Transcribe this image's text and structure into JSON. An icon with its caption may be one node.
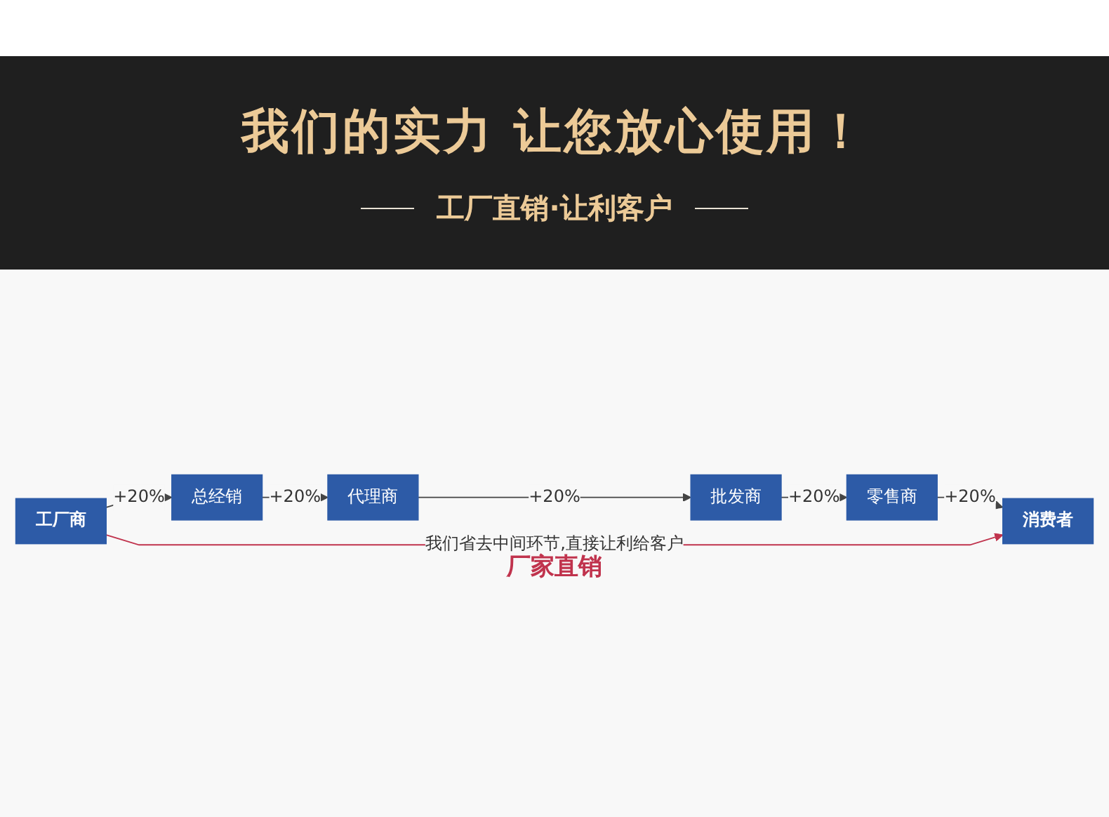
{
  "diagram": {
    "title": "我们的实力 让您放心使用！",
    "nodes": [
      {
        "text": [
          "总经销"
        ]
      },
      {
        "text": [
          "代理商"
        ]
      },
      {
        "text": [
          "批发商"
        ]
      },
      {
        "text": [
          "零售商"
        ]
      },
      {
        "text": [
          "工厂商"
        ]
      },
      {
        "text": [
          "消费者"
        ]
      }
    ],
    "edges": [
      {
        "from": 4,
        "to": 0,
        "arrow": "to",
        "label": "+20%"
      },
      {
        "from": 0,
        "to": 1,
        "arrow": "to",
        "label": "+20%"
      },
      {
        "from": 1,
        "to": 2,
        "arrow": "to",
        "label": "+20%"
      },
      {
        "from": 2,
        "to": 3,
        "arrow": "to",
        "label": "+20%"
      },
      {
        "from": 3,
        "to": 5,
        "arrow": "to",
        "label": "+20%"
      },
      {
        "from": 4,
        "to": 5,
        "arrow": "to",
        "label": "我们省去中间环节,直接让利给客户",
        "color": "#c0334d"
      }
    ],
    "labels": [
      "工厂直销·让利客户",
      "厂家直销"
    ]
  }
}
